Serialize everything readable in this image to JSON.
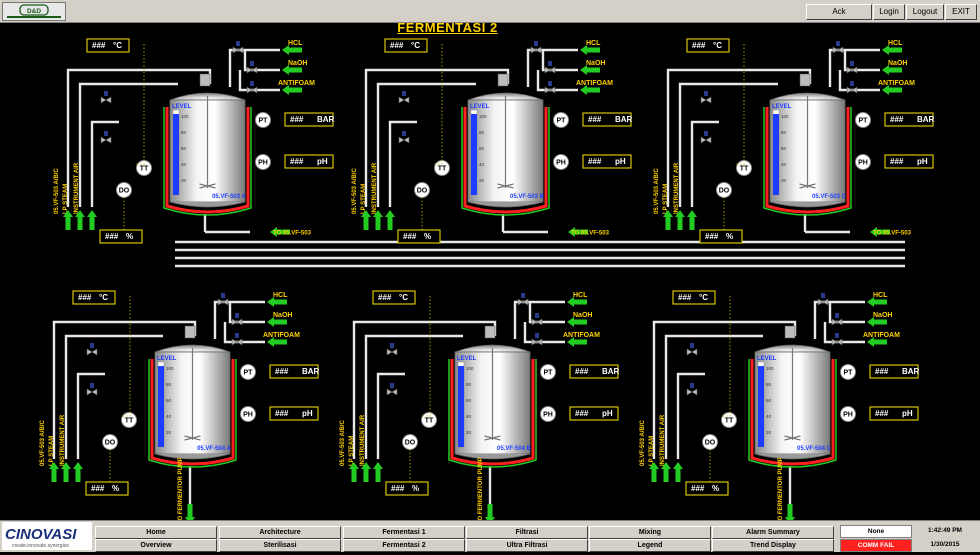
{
  "header": {
    "logo_text": "D&D",
    "title": "FERMENTASI 2",
    "buttons": [
      {
        "label": "Ack"
      },
      {
        "label": "Login"
      },
      {
        "label": "Logout"
      },
      {
        "label": "EXIT"
      }
    ]
  },
  "tanks": [
    {
      "id": "05.VF-503 A",
      "row": "top"
    },
    {
      "id": "05.VF-503 B",
      "row": "top"
    },
    {
      "id": "05.VF-503 C",
      "row": "top"
    },
    {
      "id": "05.VF-504 A",
      "row": "bottom"
    },
    {
      "id": "05.VF-504 B",
      "row": "bottom"
    },
    {
      "id": "05.VF-504 C",
      "row": "bottom"
    }
  ],
  "labels": {
    "level": "LEVEL",
    "pt": "PT",
    "ph": "PH",
    "tt": "TT",
    "do": "DO",
    "hcl": "HCL",
    "naoh": "NaOH",
    "antifoam": "ANTIFOAM",
    "placeholder": "###",
    "unit_temp": "°C",
    "unit_bar": "BAR",
    "unit_ph": "pH",
    "unit_pct": "%",
    "vf_503": "05.VF-503 A/B/C",
    "vf_504": "05.VF-503 A/B/C",
    "lp_steam": "LP STEAM",
    "instrument_air": "INSTRUMENT AIR",
    "to_503": "TO 05.VF-503",
    "to_pump": "TO FERMENTOR PUMP",
    "scale": [
      "100",
      "80",
      "60",
      "40",
      "20"
    ]
  },
  "nav": {
    "row1": [
      "Home",
      "Architecture",
      "Fermentasi 1",
      "Filtrasi",
      "Mixing",
      "Alarm Summary"
    ],
    "row2": [
      "Overview",
      "Sterilisasi",
      "Fermentasi 2",
      "Ultra Filtrasi",
      "Legend",
      "Trend Display"
    ]
  },
  "status": {
    "user": "None",
    "comm": "COMM FAIL",
    "time": "1:42:49 PM",
    "date": "1/30/2015"
  },
  "footer_logo": {
    "name": "CINOVASI",
    "tagline": "create.innovate.synergize"
  },
  "colors": {
    "background": "#000000",
    "title": "#ffd200",
    "pipe": "#e8e8e8",
    "valve_arrow": "#22cc22",
    "level_bar": "#1e3cff",
    "heat_jacket": "#ff2020",
    "comm_fail": "#ff2020"
  }
}
